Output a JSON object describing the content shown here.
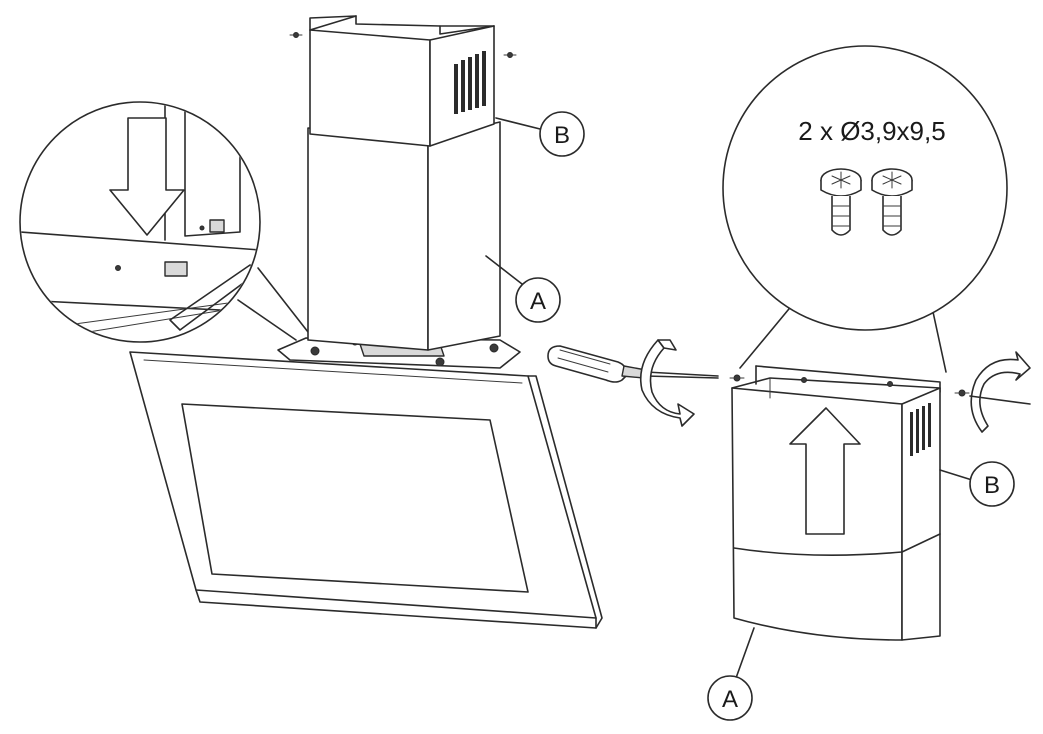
{
  "screw_spec": {
    "text": "2 x Ø3,9x9,5"
  },
  "callouts": {
    "left_chimney_upper": "B",
    "left_chimney_lower": "A",
    "right_chimney_upper": "B",
    "right_chimney_lower": "A"
  }
}
